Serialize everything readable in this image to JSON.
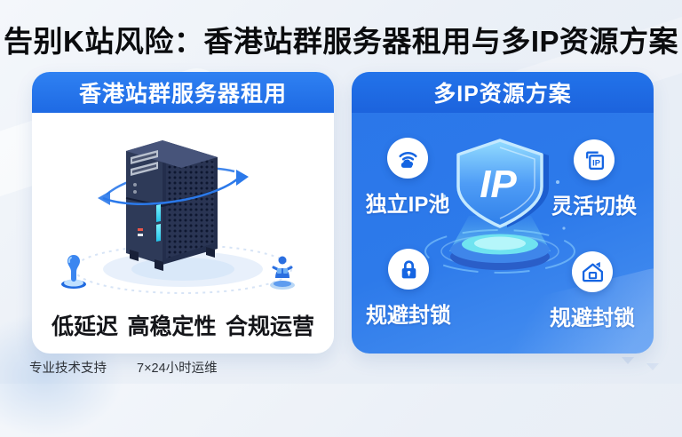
{
  "page": {
    "title": "告别K站风险：香港站群服务器租用与多IP资源方案",
    "footer": {
      "support": "专业技术支持",
      "ops": "7×24小时运维"
    }
  },
  "left_panel": {
    "header": "香港站群服务器租用",
    "features": [
      {
        "label": "低延迟"
      },
      {
        "label": "高稳定性"
      },
      {
        "label": "合规运营"
      }
    ],
    "illustration": "server-tower-with-orbit-arrows"
  },
  "right_panel": {
    "header": "多IP资源方案",
    "center_badge": "IP",
    "features": [
      {
        "icon": "wifi-cloud-icon",
        "label": "独立IP池"
      },
      {
        "icon": "ip-frame-icon",
        "label": "灵活切换"
      },
      {
        "icon": "lock-icon",
        "label": "规避封锁"
      },
      {
        "icon": "house-icon",
        "label": "规避封锁"
      }
    ]
  },
  "colors": {
    "accent_blue": "#2273ea",
    "panel_body_blue": "#2d7aea",
    "shield_glow_cyan": "#74e8f2",
    "title_text": "#0b0c0e",
    "background": "#ebf0f7"
  }
}
